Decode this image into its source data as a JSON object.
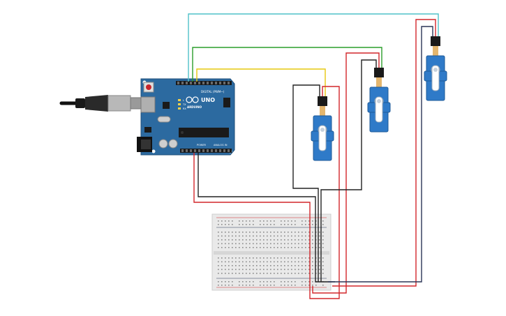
{
  "arduino": {
    "brand": "ARDUINO",
    "model": "UNO",
    "header_digital": "DIGITAL (PWM~)",
    "header_power": "POWER",
    "header_analog": "ANALOG IN",
    "led_tx": "TX",
    "led_rx": "RX",
    "led_l": "L"
  },
  "components": {
    "servos": [
      {
        "id": "servo-1"
      },
      {
        "id": "servo-2"
      },
      {
        "id": "servo-3"
      }
    ],
    "breadboard": {
      "id": "half-breadboard"
    }
  },
  "colors": {
    "board": "#2c6aa0",
    "servo_body": "#2f7ac8",
    "wire_cyan": "#4fc2c9",
    "wire_green": "#2a9d2a",
    "wire_yellow": "#e6c80e",
    "wire_red": "#d2262a",
    "wire_black": "#222222",
    "wire_navy": "#2b3557",
    "breadboard": "#e9e9e9"
  }
}
